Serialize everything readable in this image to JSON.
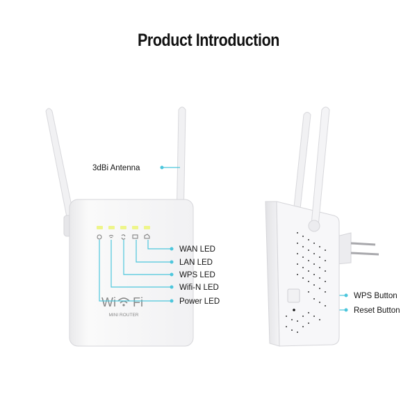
{
  "title": "Product Introduction",
  "accent_color": "#4cc6dc",
  "front_view": {
    "antenna_label": "3dBi Antenna",
    "brand_logo": "Wi-Fi",
    "brand_subtitle": "MINI ROUTER",
    "led_labels": [
      "WAN LED",
      "LAN LED",
      "WPS LED",
      "Wifi-N LED",
      "Power LED"
    ]
  },
  "side_view": {
    "button_labels": [
      "WPS Button",
      "Reset Button"
    ]
  }
}
